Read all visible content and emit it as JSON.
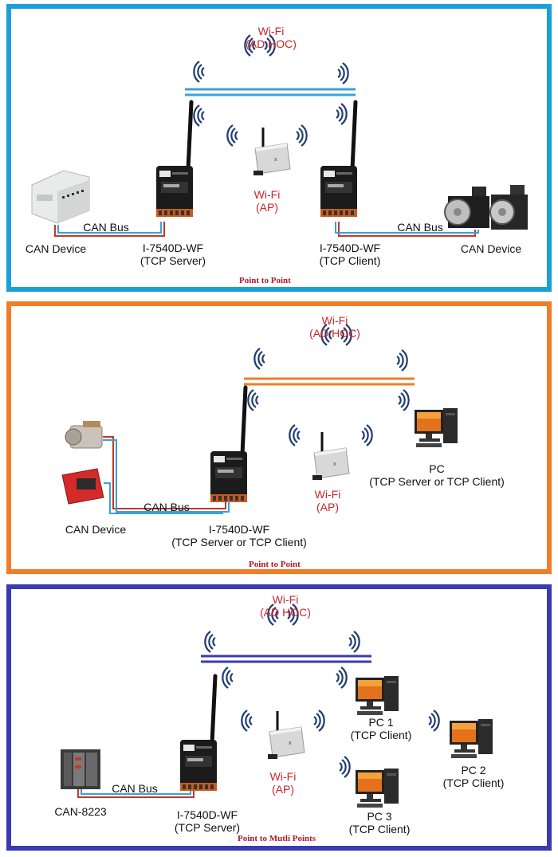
{
  "panel1": {
    "wifi_adhoc": [
      "Wi-Fi",
      "(AD HOC)"
    ],
    "wifi_ap": [
      "Wi-Fi",
      "(AP)"
    ],
    "left_device": "CAN Device",
    "right_device": "CAN Device",
    "can_bus_left": "CAN Bus",
    "can_bus_right": "CAN Bus",
    "module_left": [
      "I-7540D-WF",
      "(TCP Server)"
    ],
    "module_right": [
      "I-7540D-WF",
      "(TCP Client)"
    ],
    "caption": "Point to Point",
    "border_color": "#1aa0d8"
  },
  "panel2": {
    "wifi_adhoc": [
      "Wi-Fi",
      "(AD HOC)"
    ],
    "wifi_ap": [
      "Wi-Fi",
      "(AP)"
    ],
    "pc": [
      "PC",
      "(TCP Server  or  TCP Client)"
    ],
    "can_device": "CAN Device",
    "can_bus": "CAN Bus",
    "module": [
      "I-7540D-WF",
      "(TCP Server  or  TCP Client)"
    ],
    "caption": "Point to Point",
    "border_color": "#f07d2a"
  },
  "panel3": {
    "wifi_adhoc": [
      "Wi-Fi",
      "(AD HOC)"
    ],
    "wifi_ap": [
      "Wi-Fi",
      "(AP)"
    ],
    "device": "CAN-8223",
    "can_bus": "CAN Bus",
    "module": [
      "I-7540D-WF",
      "(TCP Server)"
    ],
    "pc1": [
      "PC 1",
      "(TCP Client)"
    ],
    "pc2": [
      "PC 2",
      "(TCP Client)"
    ],
    "pc3": [
      "PC 3",
      "(TCP Client)"
    ],
    "caption": "Point to Mutli Points",
    "border_color": "#3a3bb0"
  },
  "colors": {
    "wifi_label": "#c8262b",
    "signal": "#1f3b73",
    "cable_red": "#c0392b",
    "cable_blue": "#3aa0d8"
  }
}
